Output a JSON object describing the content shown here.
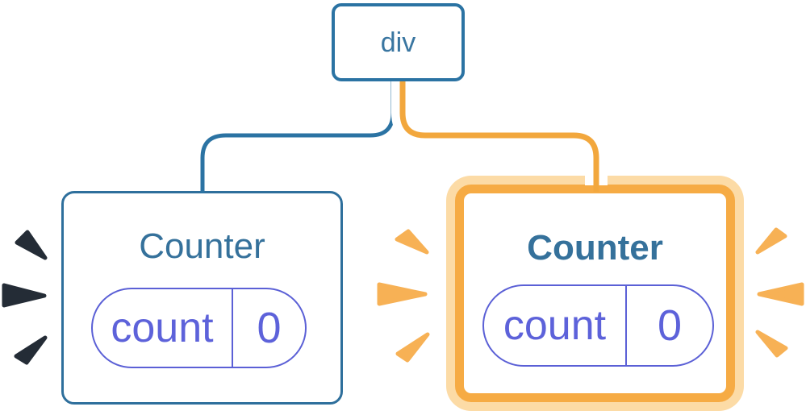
{
  "tree": {
    "root_label": "div",
    "left_counter": {
      "title": "Counter",
      "state_key": "count",
      "state_value": "0",
      "highlighted": false
    },
    "right_counter": {
      "title": "Counter",
      "state_key": "count",
      "state_value": "0",
      "highlighted": true
    }
  },
  "colors": {
    "blue_stroke": "#2b73a3",
    "blue_text": "#35719b",
    "purple_accent": "#5b60d6",
    "purple_text": "#5d62da",
    "orange_connector": "#f2a73d",
    "orange_border": "#f6ab44",
    "orange_outer_ring": "#fcdba6",
    "spark_orange": "#f7b155",
    "spark_dark": "#242c36",
    "connector_casing": "#ffffff"
  }
}
